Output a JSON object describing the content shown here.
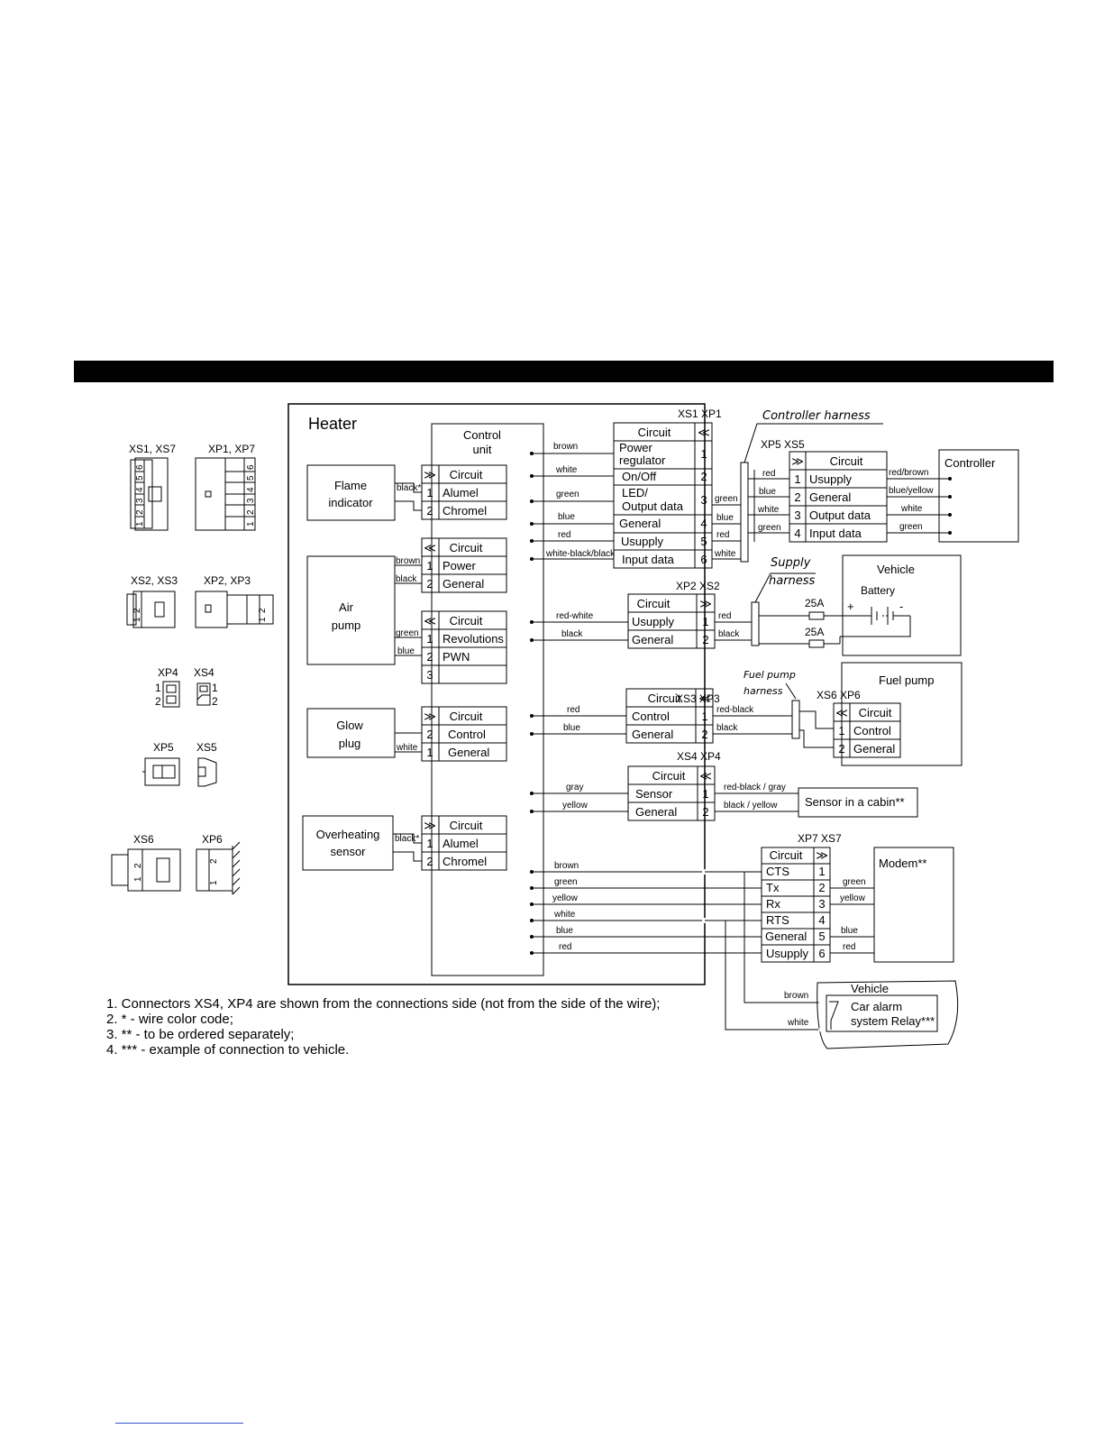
{
  "heater": {
    "title": "Heater",
    "control_unit": [
      "Control",
      "unit"
    ],
    "flame": [
      "Flame",
      "indicator"
    ],
    "air_pump": [
      "Air",
      "pump"
    ],
    "glow": [
      "Glow",
      "plug"
    ],
    "overheat": [
      "Overheating",
      "sensor"
    ]
  },
  "common": {
    "circuit": "Circuit",
    "arrow_in": "≫",
    "arrow_out": "≪"
  },
  "flame_pins": [
    {
      "pin": "1",
      "label": "Alumel"
    },
    {
      "pin": "2",
      "label": "Chromel"
    }
  ],
  "air_power_pins": [
    {
      "pin": "1",
      "label": "Power"
    },
    {
      "pin": "2",
      "label": "General"
    }
  ],
  "air_rev_pins": [
    {
      "pin": "1",
      "label": "Revolutions"
    },
    {
      "pin": "2",
      "label": "PWN"
    },
    {
      "pin": "3",
      "label": ""
    }
  ],
  "glow_pins": [
    {
      "pin": "2",
      "label": "Control"
    },
    {
      "pin": "1",
      "label": "General"
    }
  ],
  "overheat_pins": [
    {
      "pin": "1",
      "label": "Alumel"
    },
    {
      "pin": "2",
      "label": "Chromel"
    }
  ],
  "xs1": {
    "label": "XS1  XP1",
    "rows": [
      {
        "pin": "1",
        "label": "Power regulator",
        "lines": [
          "Power",
          "regulator"
        ],
        "left": "brown",
        "right": ""
      },
      {
        "pin": "2",
        "label": "On/Off",
        "lines": [
          "On/Off"
        ],
        "left": "white",
        "right": ""
      },
      {
        "pin": "3",
        "label": "LED/ Output data",
        "lines": [
          "LED/",
          "Output data"
        ],
        "left": "green",
        "right": "green"
      },
      {
        "pin": "4",
        "label": "General",
        "lines": [
          "General"
        ],
        "left": "blue",
        "right": "blue"
      },
      {
        "pin": "5",
        "label": "Usupply",
        "lines": [
          "Usupply"
        ],
        "left": "red",
        "right": "red"
      },
      {
        "pin": "6",
        "label": "Input data",
        "lines": [
          "Input data"
        ],
        "left": "white-black/black",
        "right": "white"
      }
    ]
  },
  "controller_harness": "Controller harness",
  "xp5": {
    "label": "XP5  XS5",
    "rows": [
      {
        "pin": "1",
        "label": "Usupply",
        "left": "red",
        "right": "red/brown"
      },
      {
        "pin": "2",
        "label": "General",
        "left": "blue",
        "right": "blue/yellow"
      },
      {
        "pin": "3",
        "label": "Output data",
        "left": "white",
        "right": "white"
      },
      {
        "pin": "4",
        "label": "Input data",
        "left": "green",
        "right": "green"
      }
    ]
  },
  "controller": "Controller",
  "supply_harness": [
    "Supply",
    "harness"
  ],
  "vehicle": {
    "title": "Vehicle",
    "battery": "Battery",
    "fuse1": "25A",
    "fuse2": "25A",
    "plus": "+",
    "minus": "-"
  },
  "xp2": {
    "label": "XP2  XS2",
    "rows": [
      {
        "pin": "1",
        "label": "Usupply",
        "left": "red-white",
        "right": "red"
      },
      {
        "pin": "2",
        "label": "General",
        "left": "black",
        "right": "black"
      }
    ]
  },
  "fuel_harness": [
    "Fuel pump",
    "harness"
  ],
  "fuel_pump": "Fuel pump",
  "xs3": {
    "label": "XS3  XP3",
    "rows": [
      {
        "pin": "1",
        "label": "Control",
        "left": "red",
        "right": "red-black"
      },
      {
        "pin": "2",
        "label": "General",
        "left": "blue",
        "right": "black"
      }
    ]
  },
  "xs6": {
    "label": "XS6  XP6",
    "rows": [
      {
        "pin": "1",
        "label": "Control"
      },
      {
        "pin": "2",
        "label": "General"
      }
    ]
  },
  "xs4": {
    "label": "XS4  XP4",
    "rows": [
      {
        "pin": "1",
        "label": "Sensor",
        "left": "gray",
        "right": "red-black / gray"
      },
      {
        "pin": "2",
        "label": "General",
        "left": "yellow",
        "right": "black / yellow"
      }
    ]
  },
  "cabin_sensor": "Sensor in a cabin**",
  "xp7": {
    "label": "XP7  XS7",
    "rows": [
      {
        "pin": "1",
        "label": "CTS",
        "right": ""
      },
      {
        "pin": "2",
        "label": "Tx",
        "right": "green"
      },
      {
        "pin": "3",
        "label": "Rx",
        "right": "yellow"
      },
      {
        "pin": "4",
        "label": "RTS",
        "right": ""
      },
      {
        "pin": "5",
        "label": "General",
        "right": "blue"
      },
      {
        "pin": "6",
        "label": "Usupply",
        "right": "red"
      }
    ]
  },
  "modem": "Modem**",
  "modem_wires": [
    "brown",
    "green",
    "yellow",
    "white",
    "blue",
    "red"
  ],
  "relay": {
    "vehicle": "Vehicle",
    "line1": "Car alarm",
    "line2": "system Relay***",
    "wire1": "brown",
    "wire2": "white"
  },
  "wire_labels": {
    "flame_black": "black*",
    "air_brown": "brown",
    "air_black": "black",
    "air_green": "green",
    "air_blue": "blue",
    "glow_white": "white",
    "overheat_black": "black*"
  },
  "side_connectors": {
    "xs1_xs7": "XS1, XS7",
    "xp1_xp7": "XP1, XP7",
    "xs2_xs3": "XS2, XS3",
    "xp2_xp3": "XP2, XP3",
    "xp4": "XP4",
    "xs4": "XS4",
    "xp5": "XP5",
    "xs5": "XS5",
    "xs6": "XS6",
    "xp6": "XP6",
    "pins6": [
      "1",
      "2",
      "3",
      "4",
      "5",
      "6"
    ],
    "pins2": [
      "1",
      "2"
    ]
  },
  "notes": [
    "1. Connectors XS4, XP4 are shown from the connections side (not from the side of the wire);",
    "2. * - wire color code;",
    "3. ** - to be ordered separately;",
    "4. *** - example of connection to vehicle."
  ]
}
